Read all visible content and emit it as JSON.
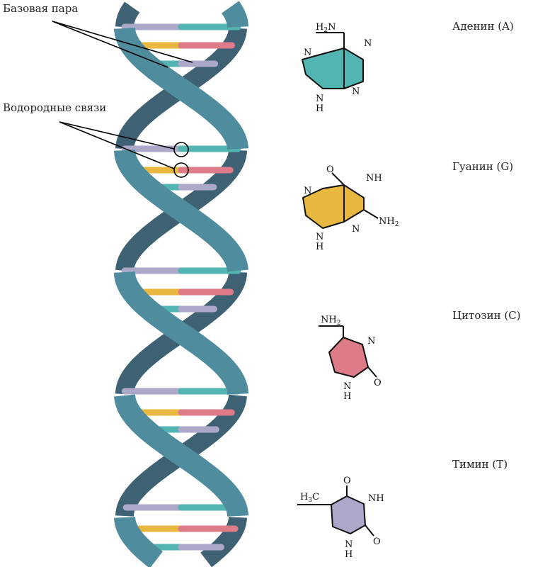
{
  "annotations": {
    "base_pair": "Базовая пара",
    "hydrogen_bonds": "Водородные связи"
  },
  "molecules": [
    {
      "name": "Аденин (A)",
      "color": "#52b5b2",
      "atoms": {
        "amine": "H2N",
        "n1": "N",
        "n2": "N",
        "n3": "N",
        "nh": "N",
        "h": "H"
      }
    },
    {
      "name": "Гуанин (G)",
      "color": "#e8b840",
      "atoms": {
        "o": "O",
        "nh_top": "NH",
        "n1": "N",
        "n2": "N",
        "nh2": "NH2",
        "nh": "N",
        "h": "H"
      }
    },
    {
      "name": "Цитозин (C)",
      "color": "#de7b88",
      "atoms": {
        "nh2": "NH2",
        "n": "N",
        "o": "O",
        "nh": "N",
        "h": "H"
      }
    },
    {
      "name": "Тимин (T)",
      "color": "#aba8c9",
      "atoms": {
        "ch3": "H3C",
        "o_top": "O",
        "nh_top": "NH",
        "o": "O",
        "nh": "N",
        "h": "H"
      }
    }
  ],
  "colors": {
    "strand_front": "#4f8d9e",
    "strand_back": "#3e6273",
    "adenine": "#52b5b2",
    "guanine": "#e8b840",
    "cytosine": "#de7b88",
    "thymine": "#aba8c9"
  }
}
